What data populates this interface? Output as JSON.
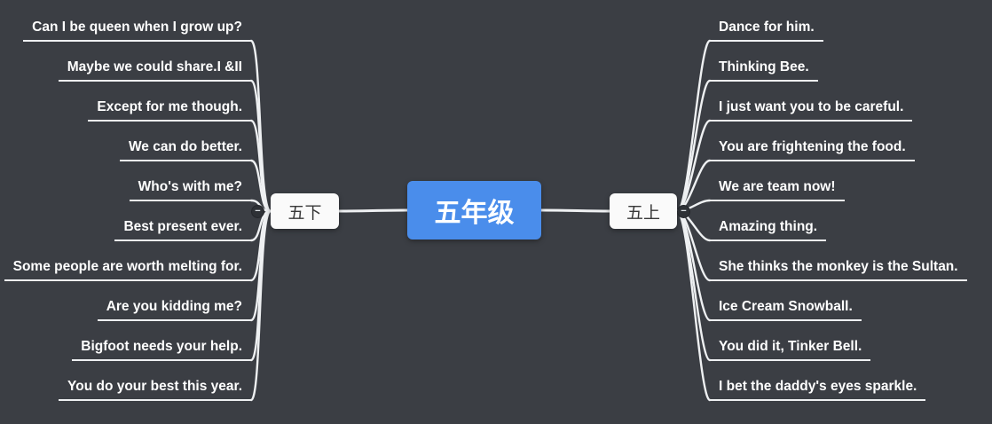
{
  "colors": {
    "background": "#3b3e44",
    "root_fill": "#4a8deb",
    "root_text": "#ffffff",
    "branch_fill": "#fafafa",
    "branch_text": "#383838",
    "line": "#eef0f2",
    "leaf_text": "#ffffff"
  },
  "root": {
    "label": "五年级"
  },
  "branches": [
    {
      "id": "left",
      "label": "五下",
      "collapse_icon": "−",
      "children": [
        "Can I be queen when I grow up?",
        "Maybe we could share.I &II",
        "Except for me though.",
        "We can do better.",
        "Who's with me?",
        "Best present ever.",
        "Some people are worth melting for.",
        "Are you kidding me?",
        "Bigfoot needs your help.",
        "You do your best this year."
      ]
    },
    {
      "id": "right",
      "label": "五上",
      "collapse_icon": "−",
      "children": [
        "Dance for him.",
        "Thinking Bee.",
        "I just want you to be careful.",
        "You are frightening the food.",
        "We are team now!",
        "Amazing thing.",
        "She thinks the monkey is the Sultan.",
        "Ice Cream Snowball.",
        "You did it, Tinker Bell.",
        "I bet the daddy's eyes sparkle."
      ]
    }
  ]
}
